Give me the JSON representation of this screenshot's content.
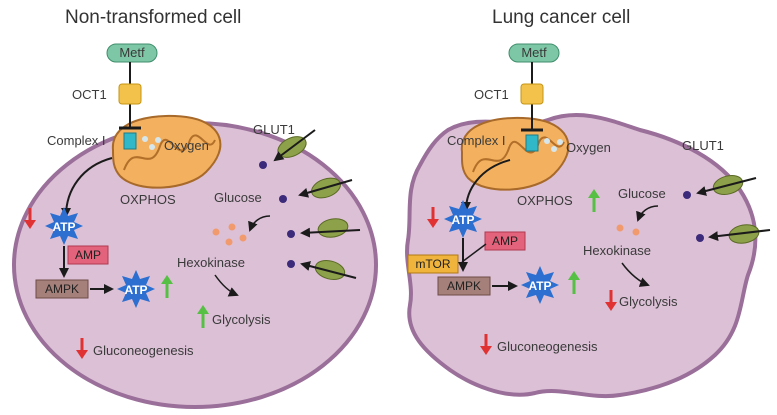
{
  "titles": {
    "left": "Non-transformed cell",
    "right": "Lung cancer cell"
  },
  "labels": {
    "metf": "Metf",
    "oct1": "OCT1",
    "complex_i": "Complex I",
    "oxygen": "Oxygen",
    "oxphos": "OXPHOS",
    "glut1": "GLUT1",
    "glucose": "Glucose",
    "hexokinase": "Hexokinase",
    "atp": "ATP",
    "amp": "AMP",
    "ampk": "AMPK",
    "mtor": "mTOR",
    "glycolysis": "Glycolysis",
    "gluconeogenesis": "Gluconeogenesis"
  },
  "colors": {
    "cell_fill": "#dcc0d6",
    "cell_stroke": "#9a6f99",
    "mito_fill": "#f3b15f",
    "metf_fill": "#7ec7a6",
    "oct1_fill": "#f2c24a",
    "glut1_fill": "#8da04a",
    "atp_fill": "#2c6fd1",
    "amp_fill": "#e2637b",
    "ampk_fill": "#a5807a",
    "mtor_fill": "#f0b43c",
    "up_arrow": "#55c043",
    "down_arrow": "#e03232",
    "glucose_dot": "#3c2a7a",
    "hexokinase_dot": "#f09a6e"
  },
  "icons": {
    "up": "green-up-arrow-icon",
    "down": "red-down-arrow-icon",
    "atp": "atp-star-icon"
  }
}
